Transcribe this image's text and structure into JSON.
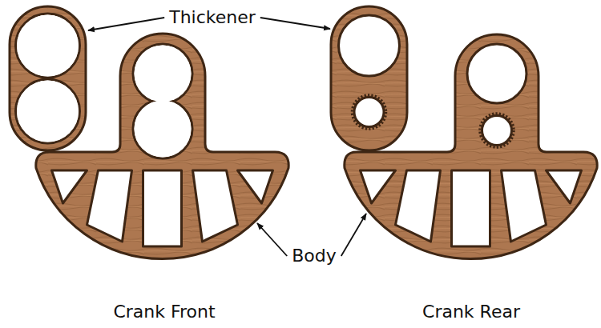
{
  "diagram": {
    "labels": [
      "Thickener",
      "Body",
      "Crank Front",
      "Crank Rear"
    ]
  }
}
